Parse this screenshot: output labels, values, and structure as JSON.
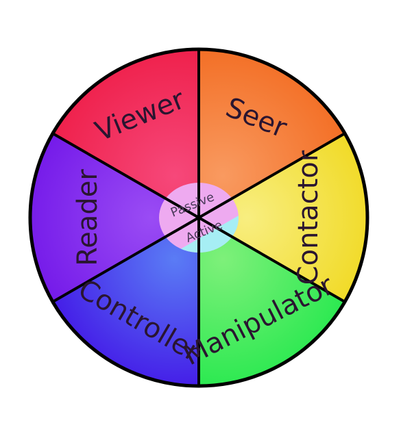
{
  "sectors": [
    {
      "label": "Seer",
      "color": "#f26a1f",
      "highlight": "#f99a60"
    },
    {
      "label": "Contactor",
      "color": "#f0d81c",
      "highlight": "#f8ee80"
    },
    {
      "label": "Manipulator",
      "color": "#22e84c",
      "highlight": "#7ef07a"
    },
    {
      "label": "Controller",
      "color": "#4212e6",
      "highlight": "#5a7cf5"
    },
    {
      "label": "Reader",
      "color": "#7014e8",
      "highlight": "#9a4cf4"
    },
    {
      "label": "Viewer",
      "color": "#ee1c46",
      "highlight": "#f6487a"
    }
  ],
  "center": {
    "top_label": "Passive",
    "bottom_label": "Active",
    "top_color": "#eeaaf0",
    "bottom_color": "#a6eef4"
  },
  "outline_color": "#000000"
}
